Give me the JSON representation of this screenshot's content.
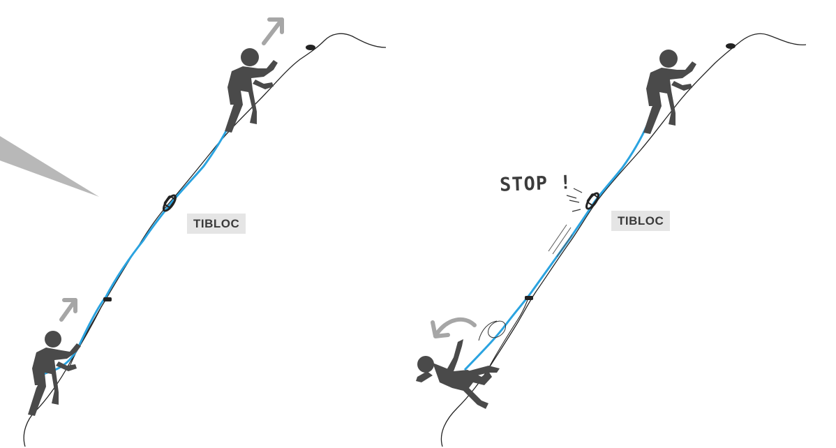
{
  "labels": {
    "left_device": "TIBLOC",
    "right_device": "TIBLOC",
    "stop": "STOP !"
  },
  "colors": {
    "rope_blue": "#2aa3e0",
    "climber_gray": "#4a4a4a",
    "arrow_gray": "#a6a6a6",
    "label_bg": "#e5e5e5",
    "wedge_gray": "#b8b8b8"
  },
  "icons": [
    "climber-figure",
    "falling-climber-figure",
    "up-arrow-icon",
    "curved-arrow-icon",
    "rope-clamp-icon",
    "anchor-icon"
  ]
}
